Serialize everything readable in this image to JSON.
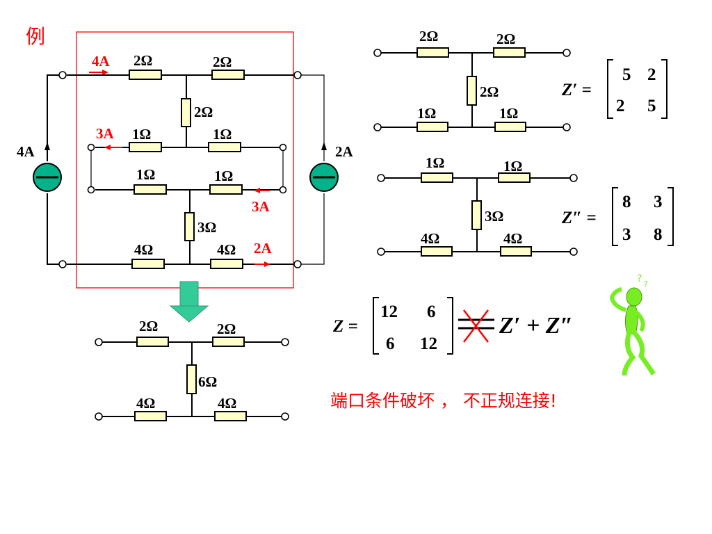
{
  "example_label": "例",
  "colors": {
    "accent_red": "#ff0000",
    "source_fill": "#00b38a",
    "resistor_fill": "#ffffcc",
    "arrow_fill": "#33cc99",
    "figure_green": "#77ee22"
  },
  "main_circuit": {
    "left_source_current": "4A",
    "right_source_current": "2A",
    "current_top_left": "4A",
    "current_mid_left": "3A",
    "current_mid_right": "3A",
    "current_bottom_right": "2A",
    "upper_network": {
      "r_top_left": "2Ω",
      "r_top_right": "2Ω",
      "r_shunt": "2Ω",
      "r_bottom_left": "1Ω",
      "r_bottom_right": "1Ω"
    },
    "lower_network": {
      "r_top_left": "1Ω",
      "r_top_right": "1Ω",
      "r_shunt": "3Ω",
      "r_bottom_left": "4Ω",
      "r_bottom_right": "4Ω"
    }
  },
  "network_z1": {
    "r_top_left": "2Ω",
    "r_top_right": "2Ω",
    "r_shunt": "2Ω",
    "r_bottom_left": "1Ω",
    "r_bottom_right": "1Ω",
    "symbol": "Z′ =",
    "matrix": [
      [
        "5",
        "2"
      ],
      [
        "2",
        "5"
      ]
    ]
  },
  "network_z2": {
    "r_top_left": "1Ω",
    "r_top_right": "1Ω",
    "r_shunt": "3Ω",
    "r_bottom_left": "4Ω",
    "r_bottom_right": "4Ω",
    "symbol": "Z″ =",
    "matrix": [
      [
        "8",
        "3"
      ],
      [
        "3",
        "8"
      ]
    ]
  },
  "combined_network": {
    "r_top_left": "2Ω",
    "r_top_right": "2Ω",
    "r_shunt": "6Ω",
    "r_bottom_left": "4Ω",
    "r_bottom_right": "4Ω"
  },
  "result": {
    "symbol": "Z =",
    "matrix": [
      [
        "12",
        "6"
      ],
      [
        "6",
        "12"
      ]
    ],
    "sum_expression": "Z′ + Z″"
  },
  "conclusion": "端口条件破坏 ， 不正规连接!"
}
